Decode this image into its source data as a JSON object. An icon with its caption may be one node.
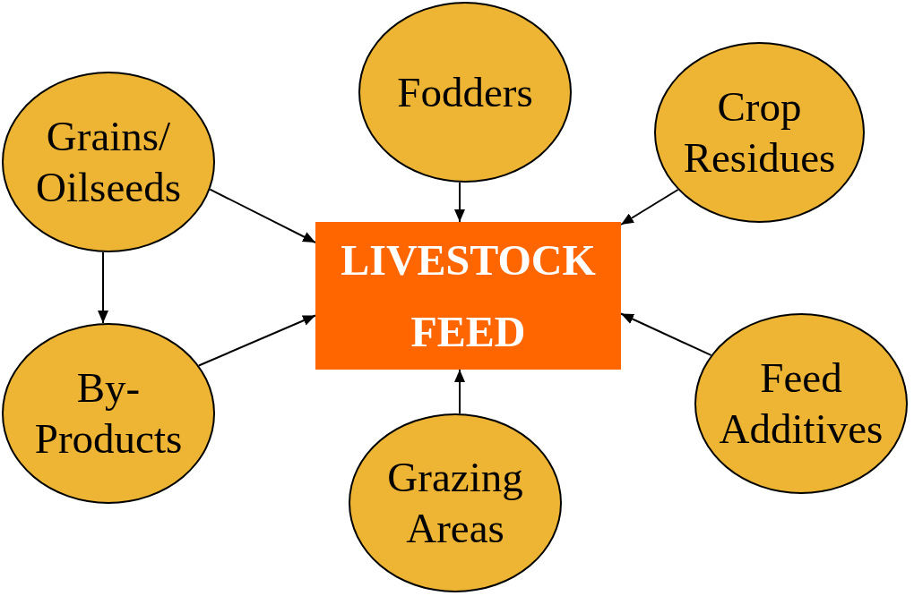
{
  "diagram": {
    "nodes": [
      {
        "text": [
          "Grains/ Oilseeds"
        ]
      },
      {
        "text": [
          "Fodders"
        ]
      },
      {
        "text": [
          "Crop Residues"
        ]
      },
      {
        "text": [
          "LIVESTOCK FEED"
        ]
      },
      {
        "text": [
          "By-Products"
        ]
      },
      {
        "text": [
          "Feed Additives"
        ]
      },
      {
        "text": [
          "Grazing Areas"
        ]
      }
    ],
    "edges": [
      {
        "from": 0,
        "to": 3,
        "arrow": "to"
      },
      {
        "from": 1,
        "to": 3,
        "arrow": "to"
      },
      {
        "from": 2,
        "to": 3,
        "arrow": "to"
      },
      {
        "from": 0,
        "to": 4,
        "arrow": "to"
      },
      {
        "from": 4,
        "to": 3,
        "arrow": "to"
      },
      {
        "from": 5,
        "to": 3,
        "arrow": "to"
      },
      {
        "from": 6,
        "to": 3,
        "arrow": "to"
      }
    ]
  }
}
